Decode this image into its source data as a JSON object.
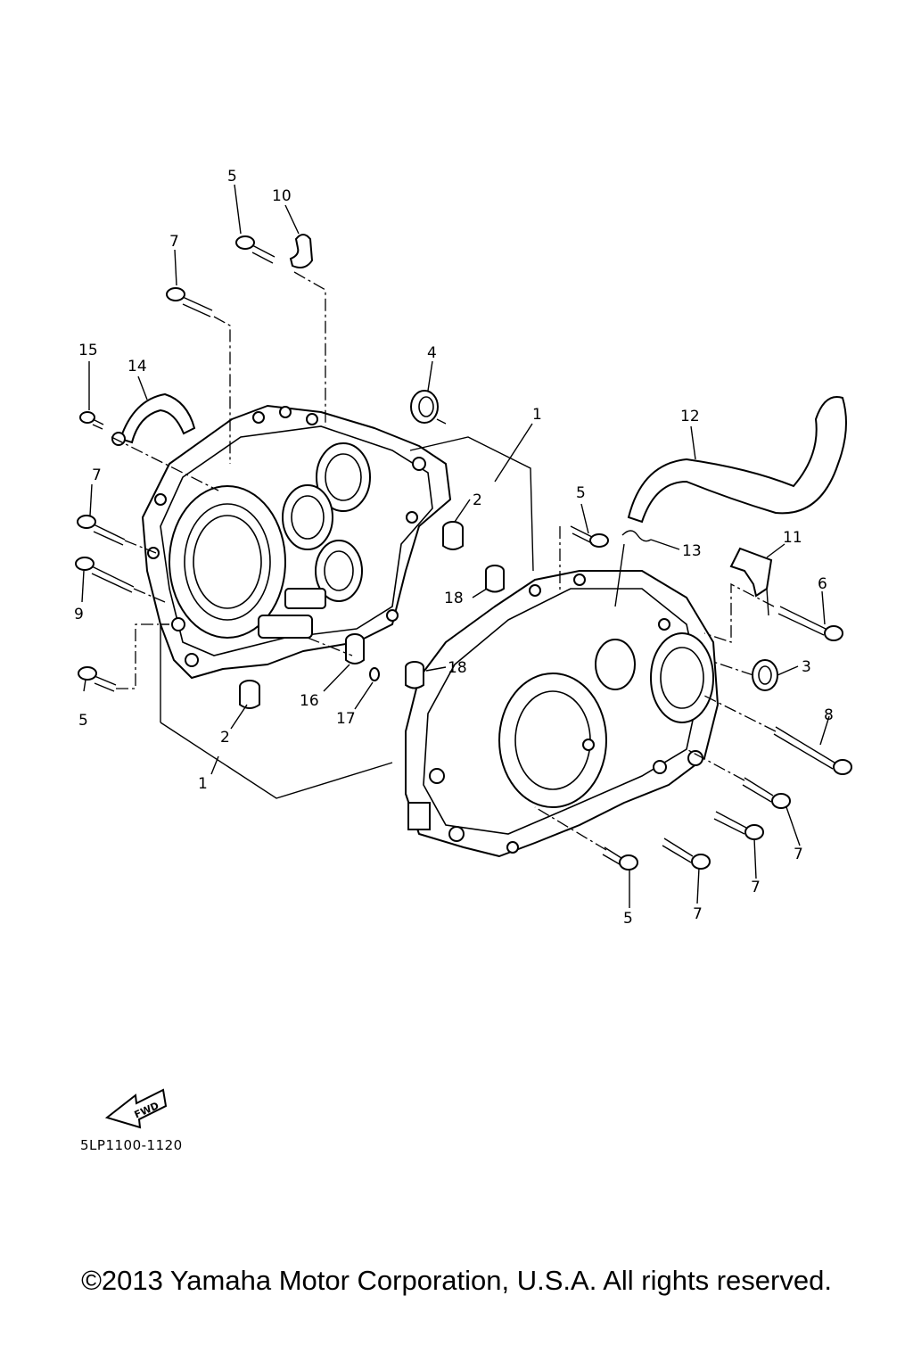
{
  "diagram_code": "5LP1100-1120",
  "copyright": "©2013 Yamaha Motor Corporation, U.S.A. All rights reserved.",
  "fwd_label": "FWD",
  "callouts": {
    "c1a": "1",
    "c1b": "1",
    "c2a": "2",
    "c2b": "2",
    "c3": "3",
    "c4": "4",
    "c5a": "5",
    "c5b": "5",
    "c5c": "5",
    "c5d": "5",
    "c6": "6",
    "c7a": "7",
    "c7b": "7",
    "c7c": "7",
    "c7d": "7",
    "c7e": "7",
    "c8": "8",
    "c9": "9",
    "c10": "10",
    "c11": "11",
    "c12": "12",
    "c13": "13",
    "c14": "14",
    "c15": "15",
    "c16": "16",
    "c17": "17",
    "c18a": "18",
    "c18b": "18"
  }
}
